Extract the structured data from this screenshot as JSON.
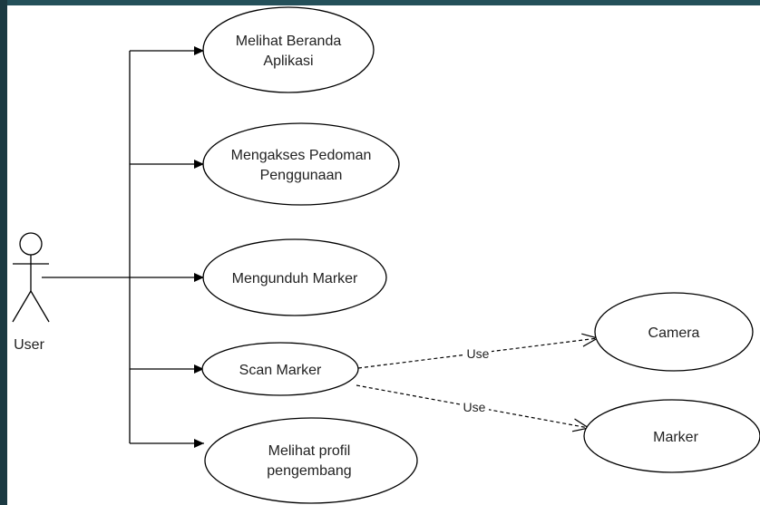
{
  "actor": {
    "name": "User"
  },
  "use_cases": [
    {
      "id": "uc1",
      "lines": [
        "Melihat Beranda",
        "Aplikasi"
      ]
    },
    {
      "id": "uc2",
      "lines": [
        "Mengakses Pedoman",
        "Penggunaan"
      ]
    },
    {
      "id": "uc3",
      "lines": [
        "Mengunduh Marker"
      ]
    },
    {
      "id": "uc4",
      "lines": [
        "Scan Marker"
      ]
    },
    {
      "id": "uc5",
      "lines": [
        "Melihat profil",
        "pengembang"
      ]
    },
    {
      "id": "uc6",
      "lines": [
        "Camera"
      ]
    },
    {
      "id": "uc7",
      "lines": [
        "Marker"
      ]
    }
  ],
  "relations": [
    {
      "from": "uc4",
      "to": "uc6",
      "label": "Use"
    },
    {
      "from": "uc4",
      "to": "uc7",
      "label": "Use"
    }
  ]
}
